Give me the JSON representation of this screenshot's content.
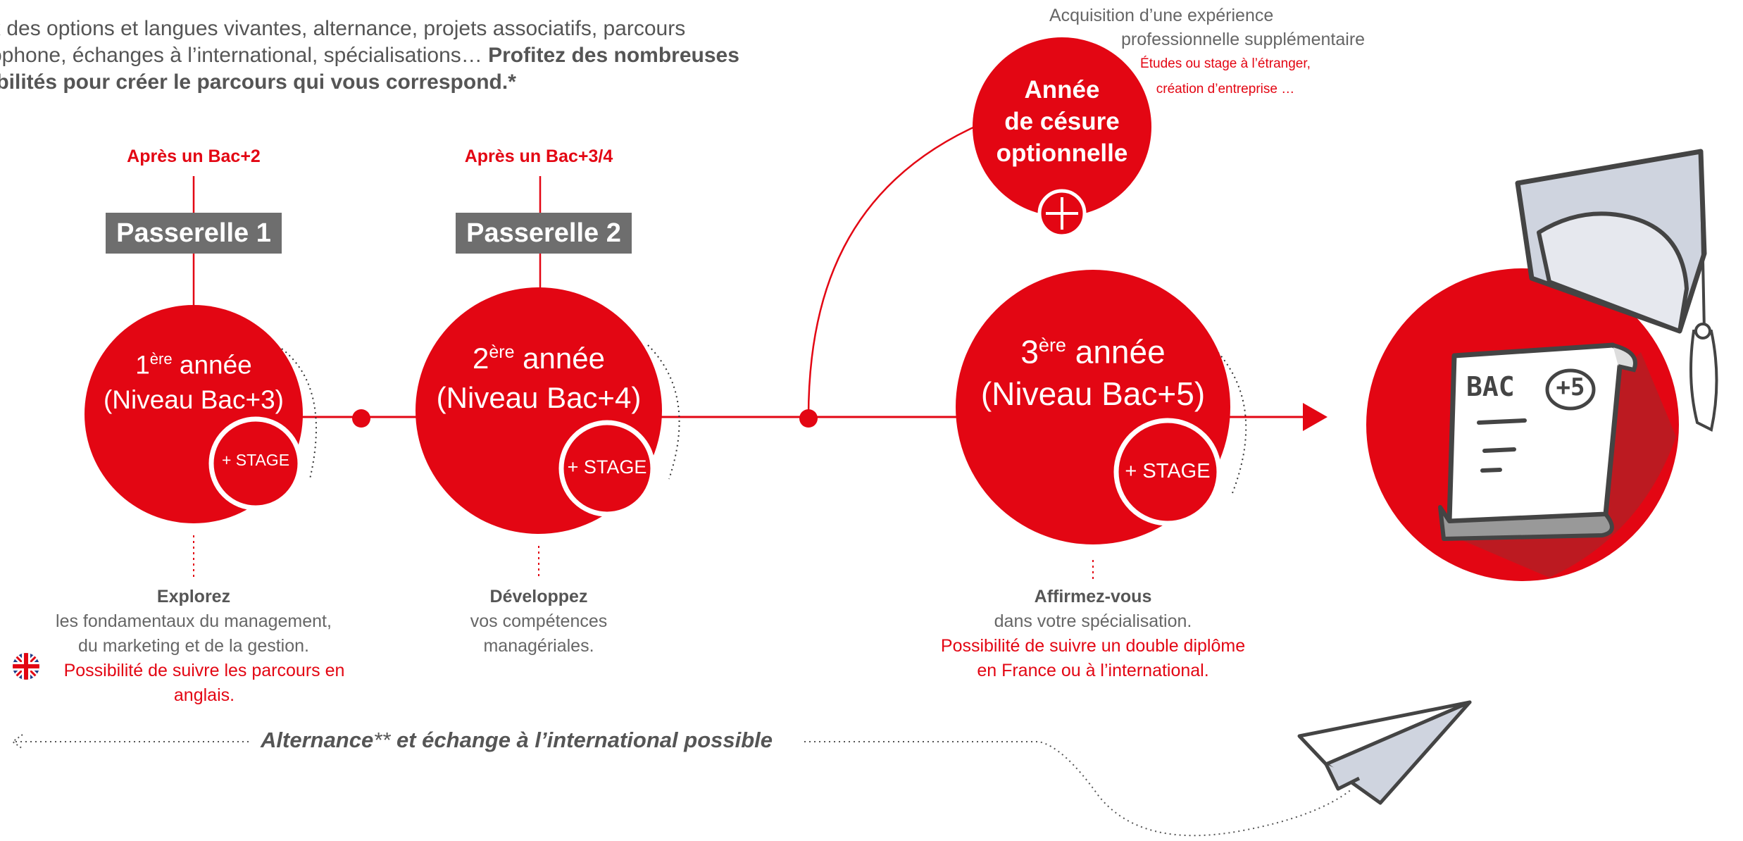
{
  "intro": {
    "line1": "x des options et langues vivantes, alternance, projets associatifs, parcours",
    "line2_normal": "ophone, échanges à l’international, spécialisations… ",
    "line2_bold": "Profitez des nombreuses",
    "line3_bold": "ibilités pour créer le parcours qui vous correspond.*"
  },
  "passerelle1": {
    "label": "Passerelle 1",
    "after": "Après un Bac+2"
  },
  "passerelle2": {
    "label": "Passerelle 2",
    "after": "Après un Bac+3/4"
  },
  "year1": {
    "num": "1",
    "sup": "ère",
    "word": " année",
    "level": "(Niveau Bac+3)",
    "stage": "+ STAGE"
  },
  "year2": {
    "num": "2",
    "sup": "ère",
    "word": " année",
    "level": "(Niveau Bac+4)",
    "stage": "+ STAGE"
  },
  "year3": {
    "num": "3",
    "sup": "ère",
    "word": " année",
    "level": "(Niveau Bac+5)",
    "stage": "+ STAGE"
  },
  "cesure": {
    "line1": "Année",
    "line2": "de césure",
    "line3": "optionnelle",
    "note1": "Acquisition d’une expérience",
    "note2": "professionnelle supplémentaire",
    "red1": "Études ou stage à l’étranger,",
    "red2": "création d’entreprise …"
  },
  "desc1": {
    "title": "Explorez",
    "line1": "les fondamentaux du management,",
    "line2": "du marketing et de la gestion.",
    "red1": "Possibilité de suivre les parcours en",
    "red2": "anglais."
  },
  "desc2": {
    "title": "Développez",
    "line1": "vos compétences",
    "line2": "managériales."
  },
  "desc3": {
    "title": "Affirmez-vous",
    "line1": "dans votre spécialisation.",
    "red1": "Possibilité de suivre un double diplôme",
    "red2": "en France ou à l’international."
  },
  "bottom": {
    "part1": "Alternance",
    "part2": "**",
    "part3": " et échange à l’international possible"
  },
  "diploma": {
    "text": "BAC",
    "badge": "+5"
  },
  "colors": {
    "red": "#e30613",
    "gray_box": "#6e6e6e",
    "text_gray": "#555555",
    "dark_red": "#b51f24"
  },
  "icons": [
    "uk-flag-icon",
    "plus-icon",
    "graduation-cap-icon",
    "diploma-scroll-icon",
    "paper-plane-icon",
    "arrow-right-icon"
  ]
}
